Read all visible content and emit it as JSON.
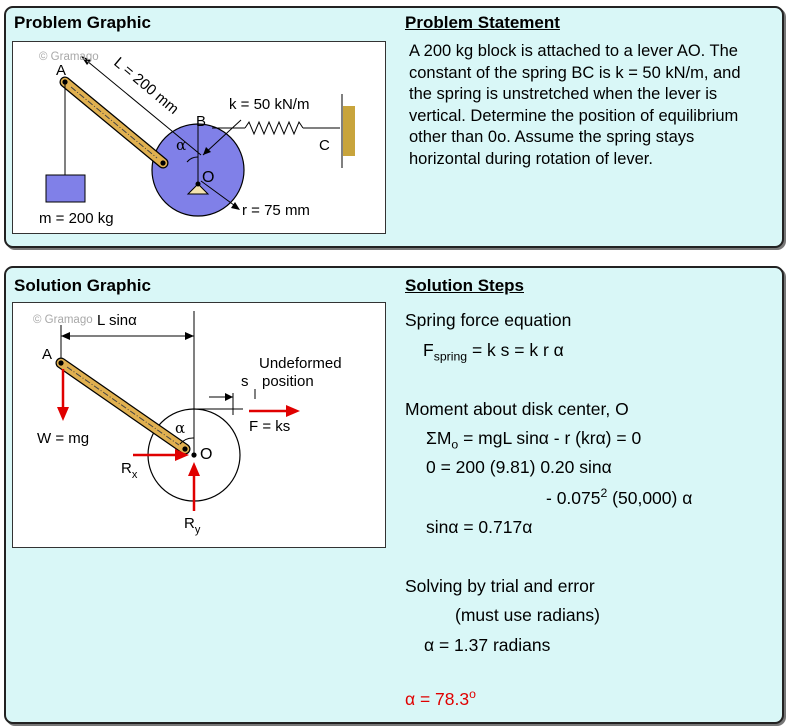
{
  "problem": {
    "graphic_title": "Problem Graphic",
    "statement_title": "Problem Statement",
    "statement": "A 200 kg block is attached to a lever AO. The constant of the spring BC is k = 50 kN/m, and the spring is unstretched when the lever is vertical. Determine the position of equilibrium other than 0o. Assume the spring stays horizontal during rotation of lever.",
    "fig": {
      "watermark": "© Gramago",
      "A": "A",
      "B": "B",
      "C": "C",
      "O": "O",
      "alpha": "α",
      "L": "L = 200 mm",
      "k": "k = 50 kN/m",
      "r": "r = 75 mm",
      "m": "m = 200 kg"
    }
  },
  "solution": {
    "graphic_title": "Solution Graphic",
    "steps_title": "Solution Steps",
    "fig": {
      "watermark": "© Gramago",
      "Lsin": "L sinα",
      "A": "A",
      "O": "O",
      "alpha": "α",
      "W": "W = mg",
      "Rx": "R",
      "Rx_sub": "x",
      "Ry": "R",
      "Ry_sub": "y",
      "s": "s",
      "undeformed1": "Undeformed",
      "undeformed2": "position",
      "F": "F = ks"
    },
    "steps": {
      "spring_title": "Spring force equation",
      "spring_F": "F",
      "spring_sub": "spring",
      "spring_rhs": " = k s = k r α",
      "moment_title": "Moment about disk center, O",
      "moment_lhs": "ΣM",
      "moment_sub": "o",
      "moment_rhs": " = mgL sinα - r (krα) = 0",
      "eq1": "0 = 200 (9.81) 0.20 sinα",
      "eq2a": "- 0.075",
      "eq2_sup": "2",
      "eq2b": " (50,000) α",
      "eq3": "sinα = 0.717α",
      "trial1": "Solving by trial and error",
      "trial2": "(must use radians)",
      "alpha_rad": "α = 1.37 radians",
      "answer_a": "α = 78.3",
      "answer_sup": "o"
    }
  }
}
